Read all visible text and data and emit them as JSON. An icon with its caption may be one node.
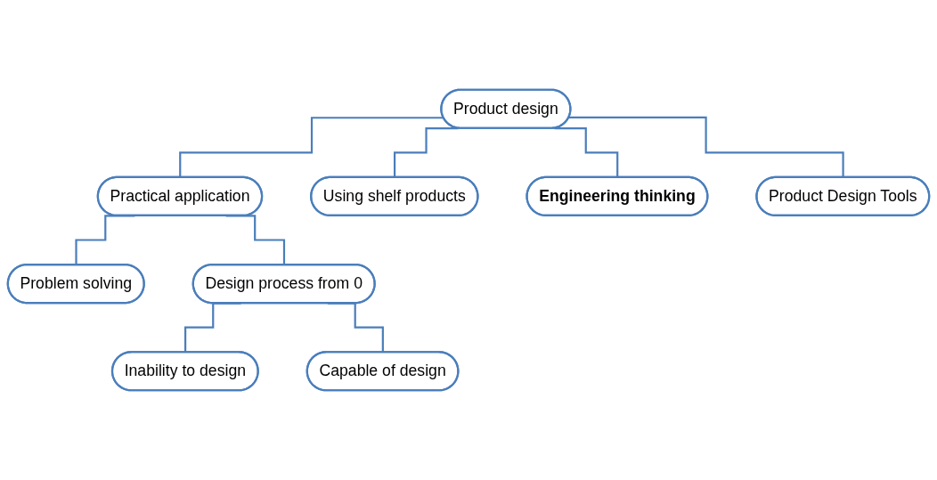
{
  "diagram": {
    "nodes": [
      {
        "text": [
          "Product design"
        ]
      },
      {
        "text": [
          "Practical application"
        ]
      },
      {
        "text": [
          "Using shelf products"
        ]
      },
      {
        "text": [
          "Engineering thinking"
        ]
      },
      {
        "text": [
          "Product Design Tools"
        ]
      },
      {
        "text": [
          "Problem solving"
        ]
      },
      {
        "text": [
          "Design process from 0"
        ]
      },
      {
        "text": [
          "Inability to design"
        ]
      },
      {
        "text": [
          "Capable of design"
        ]
      }
    ],
    "edges": [
      {
        "from": 0,
        "to": 1,
        "arrow": "none"
      },
      {
        "from": 0,
        "to": 2,
        "arrow": "none"
      },
      {
        "from": 0,
        "to": 3,
        "arrow": "none"
      },
      {
        "from": 0,
        "to": 4,
        "arrow": "none"
      },
      {
        "from": 1,
        "to": 5,
        "arrow": "none"
      },
      {
        "from": 1,
        "to": 6,
        "arrow": "none"
      },
      {
        "from": 6,
        "to": 7,
        "arrow": "none"
      },
      {
        "from": 6,
        "to": 8,
        "arrow": "none"
      }
    ]
  }
}
